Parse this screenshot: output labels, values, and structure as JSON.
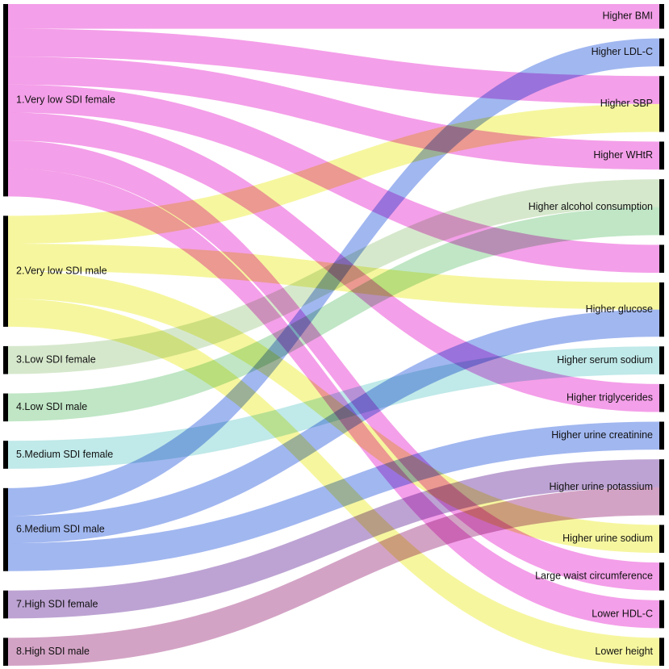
{
  "colors": {
    "pink": "#f07ae0",
    "yellow": "#f2f27a",
    "sage": "#c6dfb8",
    "green": "#a8dcae",
    "teal": "#a8e0e0",
    "blue": "#7d9bea",
    "purple": "#a47fc2",
    "mauve": "#c27fae",
    "node_bar": "#000000"
  },
  "sources": [
    {
      "id": "s1",
      "label": "1.Very low SDI female",
      "color": "pink"
    },
    {
      "id": "s2",
      "label": "2.Very low SDI male",
      "color": "yellow"
    },
    {
      "id": "s3",
      "label": "3.Low SDI female",
      "color": "sage"
    },
    {
      "id": "s4",
      "label": "4.Low SDI male",
      "color": "green"
    },
    {
      "id": "s5",
      "label": "5.Medium SDI female",
      "color": "teal"
    },
    {
      "id": "s6",
      "label": "6.Medium SDI male",
      "color": "blue"
    },
    {
      "id": "s7",
      "label": "7.High SDI female",
      "color": "purple"
    },
    {
      "id": "s8",
      "label": "8.High SDI male",
      "color": "mauve"
    }
  ],
  "targets": [
    {
      "id": "t1",
      "label": "Higher BMI"
    },
    {
      "id": "t2",
      "label": "Higher LDL-C"
    },
    {
      "id": "t3",
      "label": "Higher SBP"
    },
    {
      "id": "t4",
      "label": "Higher WHtR"
    },
    {
      "id": "t5",
      "label": "Higher alcohol consumption"
    },
    {
      "id": "t6",
      "label": ""
    },
    {
      "id": "t7",
      "label": "Higher glucose"
    },
    {
      "id": "t8",
      "label": "Higher serum sodium"
    },
    {
      "id": "t9",
      "label": "Higher triglycerides"
    },
    {
      "id": "t10",
      "label": "Higher urine creatinine"
    },
    {
      "id": "t11",
      "label": "Higher urine potassium"
    },
    {
      "id": "t12",
      "label": "Higher urine sodium"
    },
    {
      "id": "t13",
      "label": "Large waist circumference"
    },
    {
      "id": "t14",
      "label": "Lower HDL-C"
    },
    {
      "id": "t15",
      "label": "Lower height"
    }
  ],
  "links": [
    {
      "source": "s1",
      "target": "t1",
      "value": 30
    },
    {
      "source": "s1",
      "target": "t3",
      "value": 34
    },
    {
      "source": "s1",
      "target": "t4",
      "value": 34
    },
    {
      "source": "s1",
      "target": "t6",
      "value": 34
    },
    {
      "source": "s1",
      "target": "t9",
      "value": 34
    },
    {
      "source": "s1",
      "target": "t13",
      "value": 34
    },
    {
      "source": "s1",
      "target": "t14",
      "value": 34
    },
    {
      "source": "s2",
      "target": "t3",
      "value": 34
    },
    {
      "source": "s2",
      "target": "t7",
      "value": 33
    },
    {
      "source": "s2",
      "target": "t12",
      "value": 34
    },
    {
      "source": "s2",
      "target": "t15",
      "value": 34
    },
    {
      "source": "s3",
      "target": "t5",
      "value": 34
    },
    {
      "source": "s4",
      "target": "t5",
      "value": 34
    },
    {
      "source": "s5",
      "target": "t8",
      "value": 34
    },
    {
      "source": "s6",
      "target": "t2",
      "value": 34
    },
    {
      "source": "s6",
      "target": "t7",
      "value": 33
    },
    {
      "source": "s6",
      "target": "t10",
      "value": 34
    },
    {
      "source": "s7",
      "target": "t11",
      "value": 34
    },
    {
      "source": "s8",
      "target": "t11",
      "value": 34
    }
  ]
}
